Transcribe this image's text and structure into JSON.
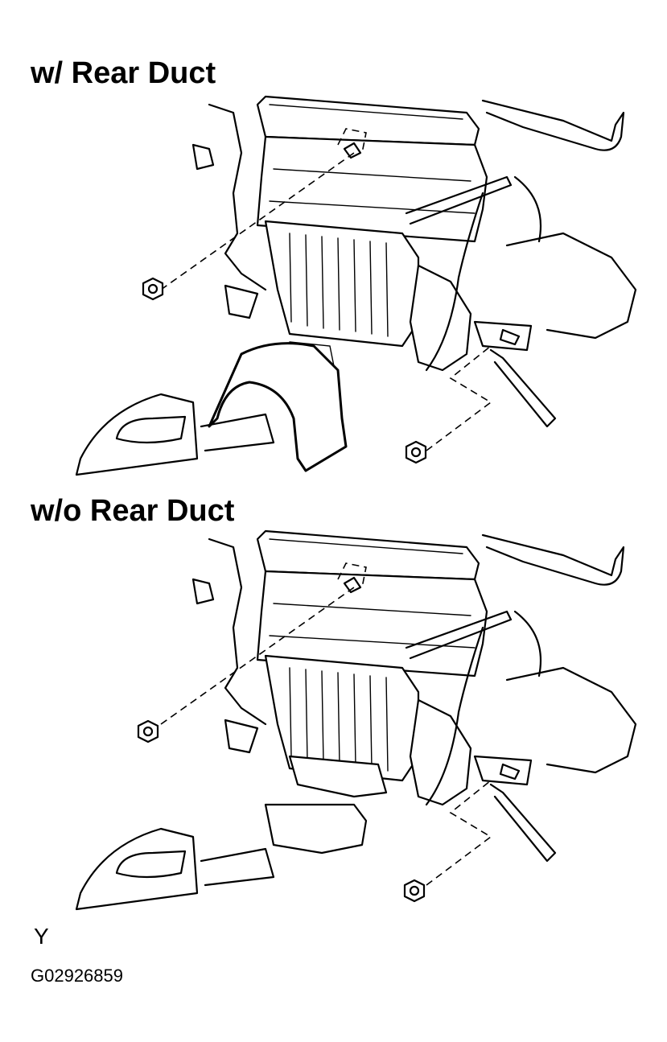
{
  "sections": [
    {
      "title": "w/ Rear Duct"
    },
    {
      "title": "w/o Rear Duct"
    }
  ],
  "footer": {
    "code_letter": "Y",
    "figure_code": "G02926859"
  }
}
